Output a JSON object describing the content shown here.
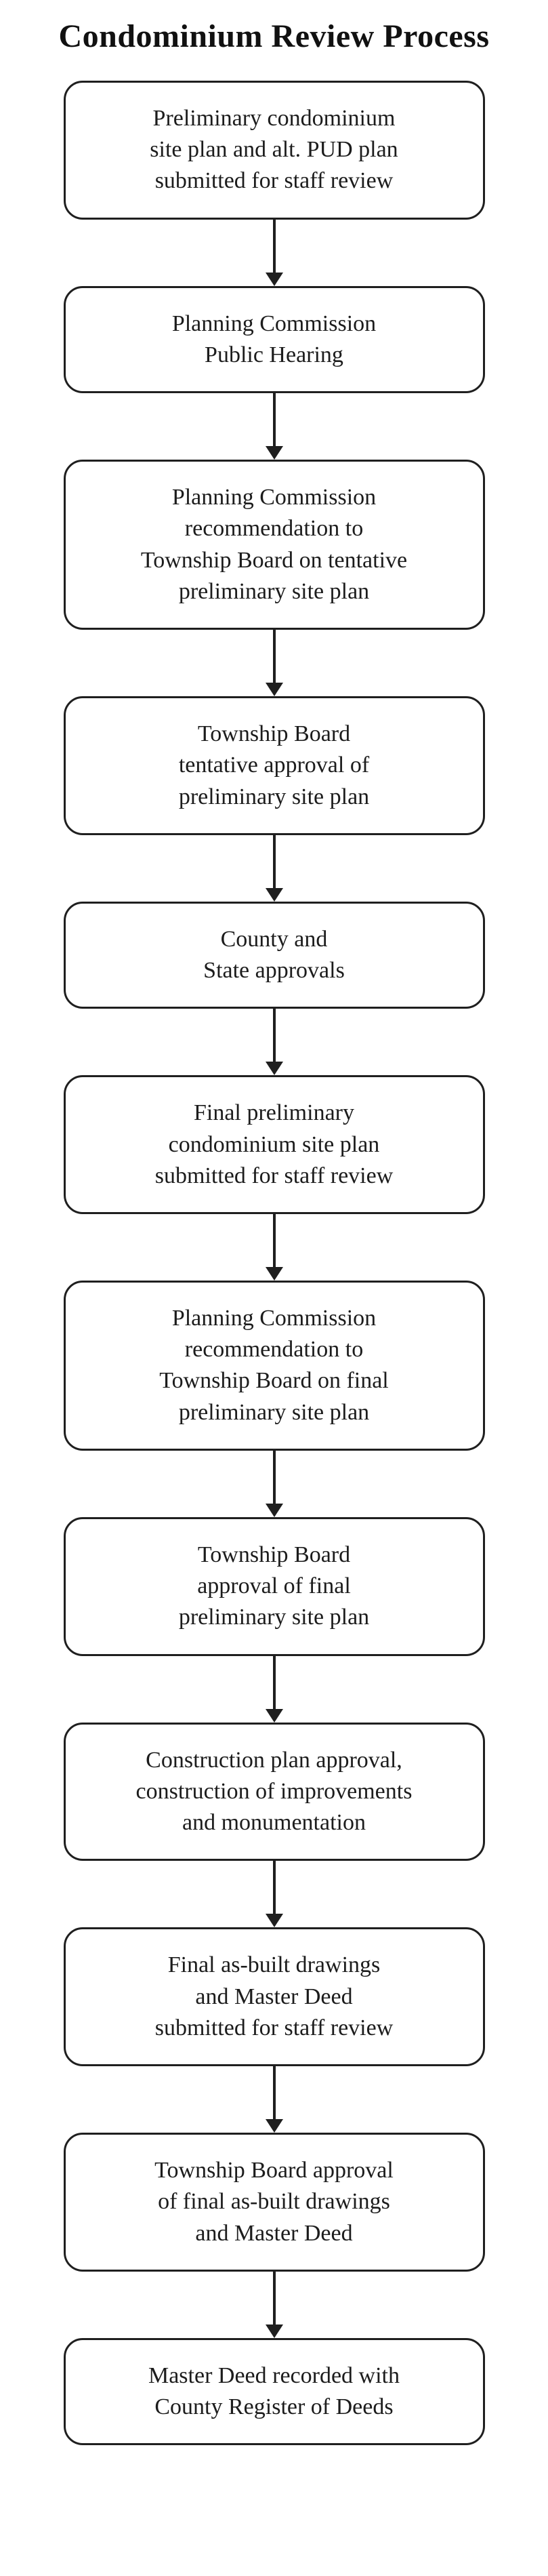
{
  "title": "Condominium Review Process",
  "colors": {
    "border": "#1f1f1f",
    "text": "#1c1c1c",
    "background": "#ffffff"
  },
  "steps": [
    {
      "text": "Preliminary condominium\nsite plan and alt. PUD plan\nsubmitted for staff review"
    },
    {
      "text": "Planning Commission\nPublic Hearing"
    },
    {
      "text": "Planning Commission\nrecommendation to\nTownship Board on tentative\npreliminary site plan"
    },
    {
      "text": "Township Board\ntentative approval of\npreliminary site plan"
    },
    {
      "text": "County and\nState approvals"
    },
    {
      "text": "Final preliminary\ncondominium site plan\nsubmitted for staff review"
    },
    {
      "text": "Planning Commission\nrecommendation to\nTownship Board on final\npreliminary site plan"
    },
    {
      "text": "Township Board\napproval of final\npreliminary site plan"
    },
    {
      "text": "Construction plan approval,\nconstruction of improvements\nand monumentation"
    },
    {
      "text": "Final as-built drawings\nand Master Deed\nsubmitted for staff review"
    },
    {
      "text": "Township Board approval\nof final as-built drawings\nand Master Deed"
    },
    {
      "text": "Master Deed recorded with\nCounty Register of Deeds"
    }
  ]
}
